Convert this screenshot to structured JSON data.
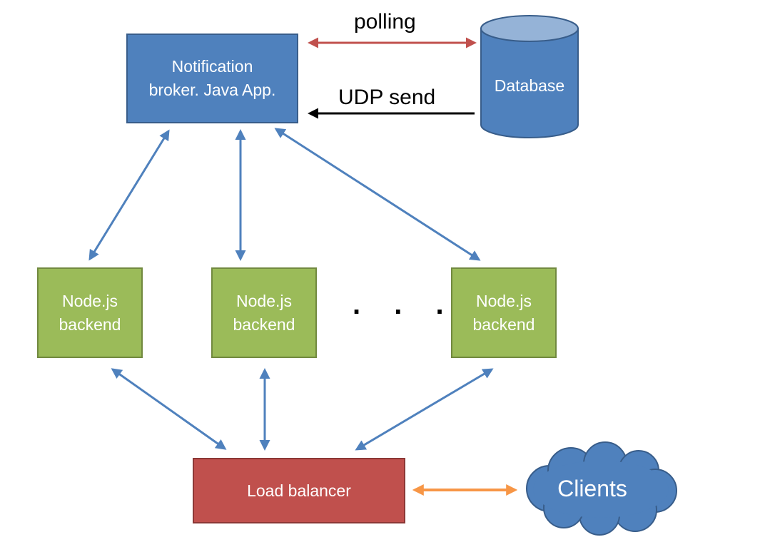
{
  "nodes": {
    "broker": "Notification\nbroker. Java App.",
    "database": "Database",
    "backends": [
      "Node.js\nbackend",
      "Node.js\nbackend",
      "Node.js\nbackend"
    ],
    "ellipsis": ". . .",
    "load_balancer": "Load balancer",
    "clients": "Clients"
  },
  "edges": {
    "polling": "polling",
    "udp_send": "UDP send"
  },
  "colors": {
    "broker_fill": "#4f81bd",
    "backend_fill": "#9bbb59",
    "load_balancer_fill": "#c0504d",
    "database_fill": "#4f81bd",
    "cloud_fill": "#4f81bd",
    "arrow_blue": "#4f81bd",
    "arrow_red": "#c0504d",
    "arrow_orange": "#f79646",
    "arrow_black": "#000000"
  }
}
